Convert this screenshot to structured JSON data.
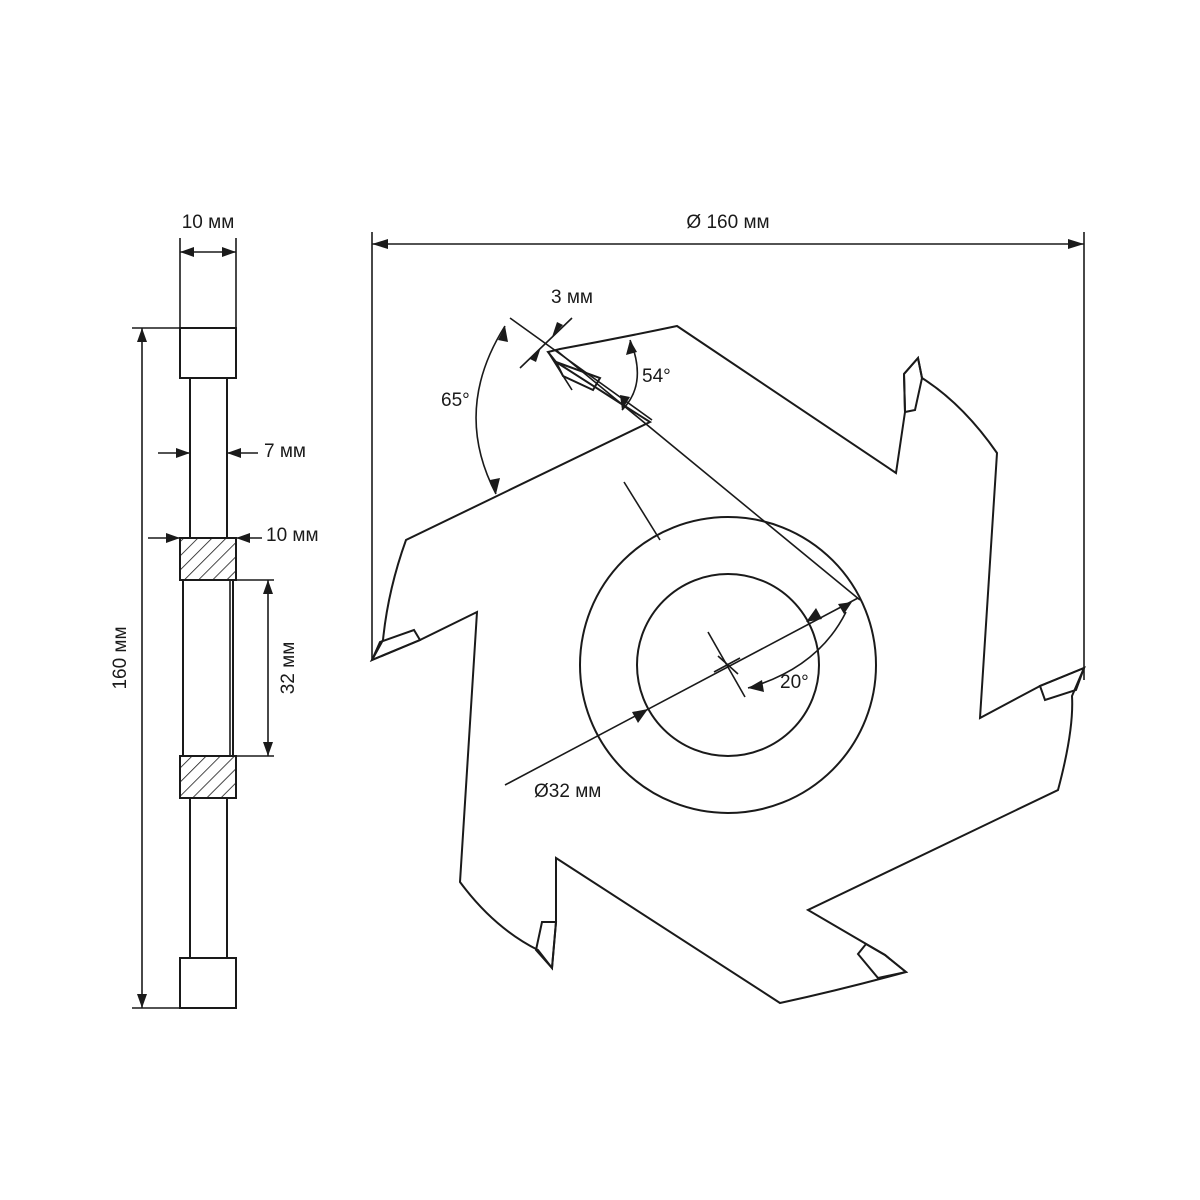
{
  "side_view": {
    "width_label": "10 мм",
    "web_thickness_label": "7 мм",
    "hub_width_label": "10 мм",
    "bore_label": "32 мм",
    "height_label": "160 мм"
  },
  "front_view": {
    "diameter_label": "Ø 160 мм",
    "tooth_width_label": "3 мм",
    "angle_65_label": "65°",
    "angle_54_label": "54°",
    "angle_20_label": "20°",
    "bore_label": "Ø32 мм"
  },
  "colors": {
    "line": "#1a1a1a",
    "background": "#ffffff"
  }
}
